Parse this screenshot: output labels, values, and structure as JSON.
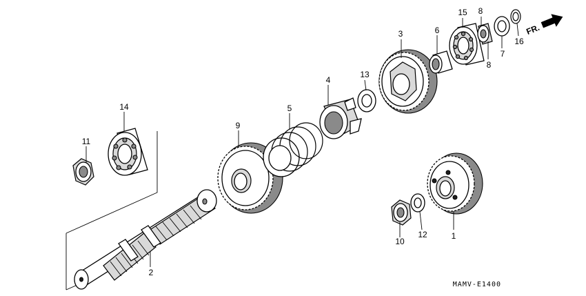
{
  "parts": [
    {
      "id": "p1",
      "label": "1"
    },
    {
      "id": "p2",
      "label": "2"
    },
    {
      "id": "p3",
      "label": "3"
    },
    {
      "id": "p4",
      "label": "4"
    },
    {
      "id": "p5",
      "label": "5"
    },
    {
      "id": "p6",
      "label": "6"
    },
    {
      "id": "p7",
      "label": "7"
    },
    {
      "id": "p8a",
      "label": "8"
    },
    {
      "id": "p8b",
      "label": "8"
    },
    {
      "id": "p9",
      "label": "9"
    },
    {
      "id": "p10",
      "label": "10"
    },
    {
      "id": "p11",
      "label": "11"
    },
    {
      "id": "p12",
      "label": "12"
    },
    {
      "id": "p13",
      "label": "13"
    },
    {
      "id": "p14",
      "label": "14"
    },
    {
      "id": "p15",
      "label": "15"
    },
    {
      "id": "p16",
      "label": "16"
    }
  ],
  "direction_arrow": {
    "label": "FR."
  },
  "diagram_code": "MAMV-E1400",
  "colors": {
    "line": "#000000",
    "background": "#ffffff",
    "shade": "#8a8a8a"
  }
}
